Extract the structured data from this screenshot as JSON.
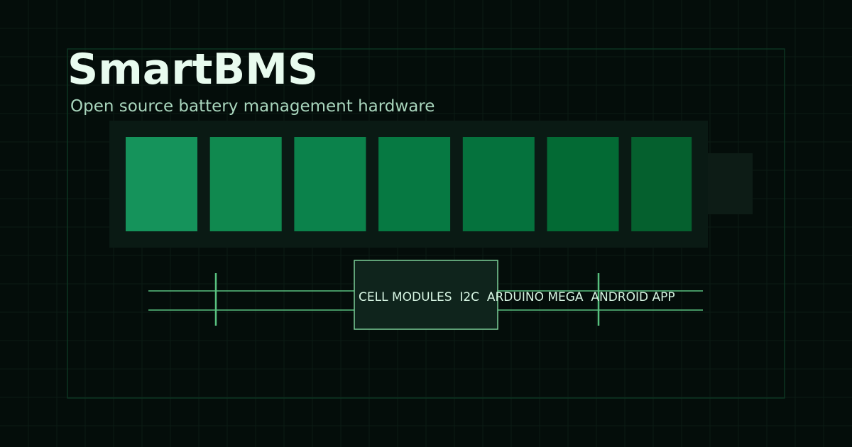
{
  "title": "SmartBMS",
  "subtitle": "Open source battery management hardware",
  "battery": {
    "cell_count": 7,
    "cell_colors": [
      "#15935b",
      "#10894f",
      "#0b824b",
      "#067942",
      "#05723d",
      "#036a34",
      "#05602e"
    ]
  },
  "diagram": {
    "label": "CELL MODULES  I2C  ARDUINO MEGA  ANDROID APP"
  },
  "colors": {
    "background": "#040d0a",
    "grid": "#0b1c14",
    "frame": "#0c3521",
    "battery_body": "#0a1a14",
    "battery_cap": "#0d1c16",
    "title": "#e8fbef",
    "subtitle": "#a9d6bd",
    "line": "#58c17f",
    "box_fill": "#0f241c",
    "box_stroke": "#7ccf98",
    "diagram_text": "#d7f5e3"
  }
}
